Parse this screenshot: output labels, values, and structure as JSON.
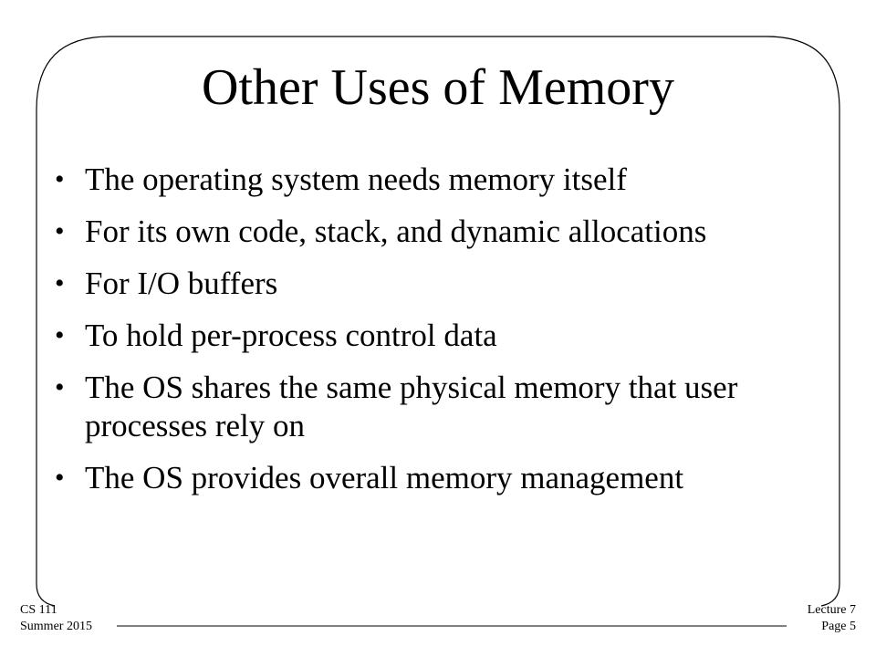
{
  "slide": {
    "title": "Other Uses of Memory",
    "bullets": [
      "The operating system needs memory itself",
      "For its own code, stack, and dynamic allocations",
      "For I/O buffers",
      "To hold per-process control data",
      "The OS shares the same physical memory that user processes rely on",
      "The OS provides overall memory management"
    ],
    "bullet_glyph": "•"
  },
  "footer": {
    "course": "CS 111",
    "term": "Summer 2015",
    "lecture": "Lecture 7",
    "page": "Page 5"
  }
}
